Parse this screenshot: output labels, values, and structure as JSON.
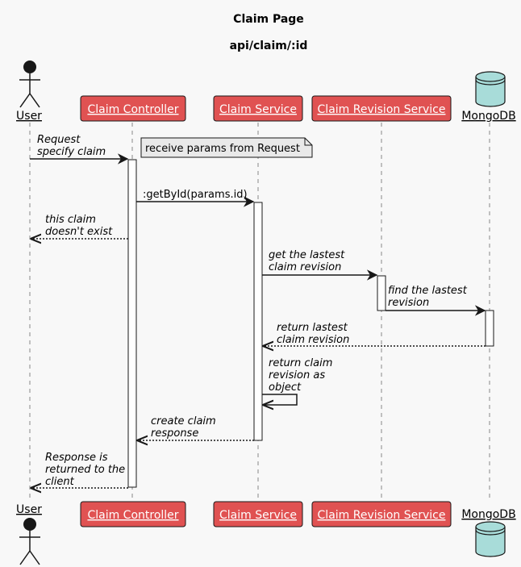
{
  "title_line1": "Claim Page",
  "title_line2": "api/claim/:id",
  "participants": {
    "user": "User",
    "controller": "Claim Controller",
    "service": "Claim Service",
    "revision": "Claim Revision Service",
    "db": "MongoDB"
  },
  "note": "receive params from Request",
  "messages": {
    "m1": [
      "Request",
      "specify claim"
    ],
    "m2": [
      ":getById(params.id)"
    ],
    "m3": [
      "this claim",
      "doesn't exist"
    ],
    "m4": [
      "get the lastest",
      "claim revision"
    ],
    "m5": [
      "find the lastest",
      "revision"
    ],
    "m6": [
      "return lastest",
      "claim revision"
    ],
    "m7": [
      "return claim",
      "revision as",
      "object"
    ],
    "m8": [
      "create claim",
      "response"
    ],
    "m9": [
      "Response is",
      "returned to the",
      "client"
    ]
  },
  "colors": {
    "participant_fill": "#e05252",
    "db_fill": "#a8dcd9",
    "background": "#f8f8f8"
  }
}
